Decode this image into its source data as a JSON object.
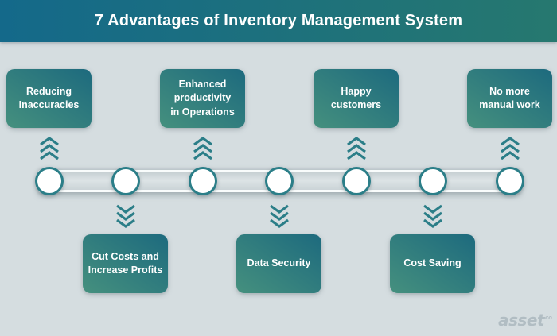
{
  "title": "7 Advantages of Inventory Management System",
  "advantages": [
    {
      "label": "Reducing\nInaccuracies",
      "position": "top"
    },
    {
      "label": "Cut Costs and\nIncrease Profits",
      "position": "bottom"
    },
    {
      "label": "Enhanced\nproductivity\nin Operations",
      "position": "top"
    },
    {
      "label": "Data Security",
      "position": "bottom"
    },
    {
      "label": "Happy\ncustomers",
      "position": "top"
    },
    {
      "label": "Cost Saving",
      "position": "bottom"
    },
    {
      "label": "No more\nmanual work",
      "position": "top"
    }
  ],
  "watermark": {
    "text": "asset",
    "superscript": "co"
  },
  "colors": {
    "background": "#d5dde0",
    "header_gradient_left": "#14698a",
    "header_gradient_right": "#26786f",
    "title_text": "#ffffff",
    "box_gradient_dark": "#1d6a7e",
    "box_gradient_light": "#45907e",
    "chevron_teal": "#2b7e88",
    "node_border": "#2b7e88",
    "watermark_gray": "#a9b6bd"
  }
}
